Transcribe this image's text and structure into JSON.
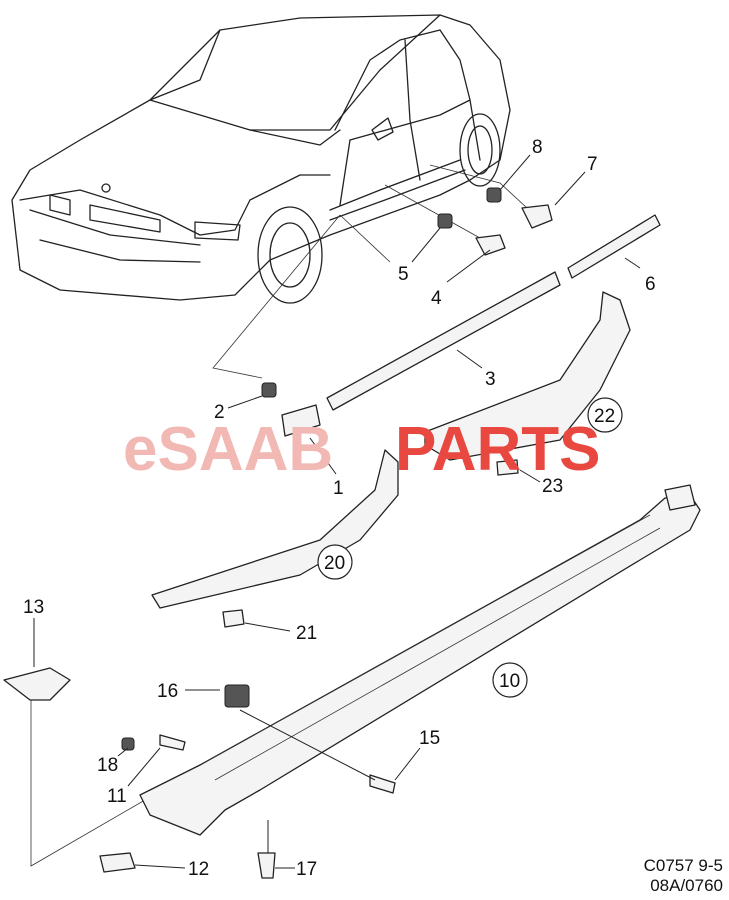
{
  "watermark": {
    "brand_light": "eSAAB",
    "brand_dark": "PARTS",
    "light_color": "#f2b8b3",
    "dark_color": "#e8483f"
  },
  "labels": {
    "p1": "1",
    "p2": "2",
    "p3": "3",
    "p4": "4",
    "p5": "5",
    "p6": "6",
    "p7": "7",
    "p8": "8",
    "p10": "10",
    "p11": "11",
    "p12": "12",
    "p13": "13",
    "p15": "15",
    "p16": "16",
    "p17": "17",
    "p18": "18",
    "p20": "20",
    "p21": "21",
    "p22": "22",
    "p23": "23"
  },
  "diagram_code": {
    "line1": "C0757 9-5",
    "line2": "08A/0760"
  }
}
